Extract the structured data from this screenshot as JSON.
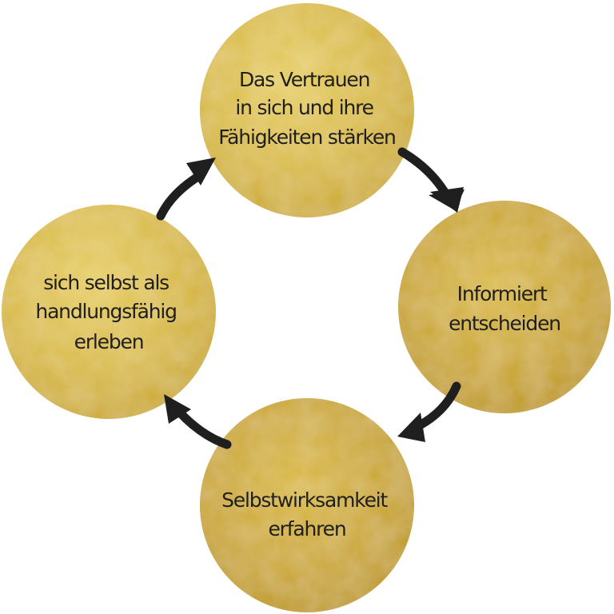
{
  "diagram": {
    "nodes": [
      {
        "id": "top",
        "lines": [
          "Das Vertrauen",
          "in sich und ihre",
          "Fähigkeiten stärken"
        ]
      },
      {
        "id": "right",
        "lines": [
          "Informiert",
          "entscheiden"
        ]
      },
      {
        "id": "bottom",
        "lines": [
          "Selbstwirksamkeit",
          "erfahren"
        ]
      },
      {
        "id": "left",
        "lines": [
          "sich selbst als",
          "handlungsfähig",
          "erleben"
        ]
      }
    ],
    "colors": {
      "circle_light": "#e3c75a",
      "circle_mid": "#d7b73c",
      "circle_dark": "#c49f22",
      "arrow": "#1f1f1f",
      "text": "#1f1f1f"
    }
  }
}
